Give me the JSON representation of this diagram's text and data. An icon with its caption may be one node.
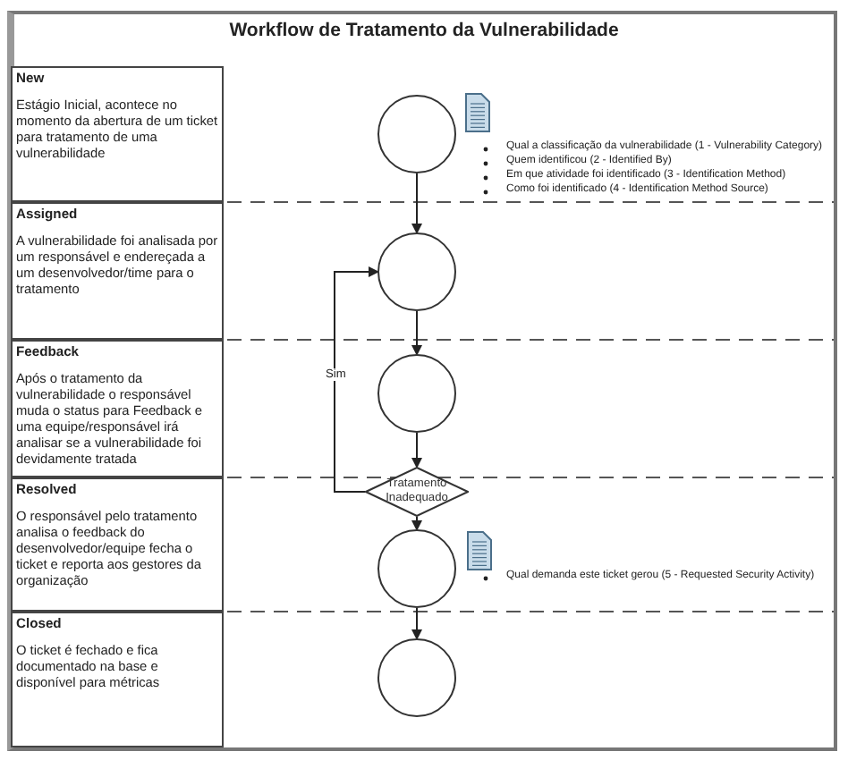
{
  "diagram": {
    "title": "Workflow de Tratamento da Vulnerabilidade",
    "nodes": [
      {
        "text": [
          "New",
          "Estágio Inicial, acontece no momento da abertura de um ticket para tratamento de uma vulnerabilidade"
        ]
      },
      {
        "text": [
          "Assigned",
          "A vulnerabilidade foi analisada por um responsável e endereçada a um desenvolvedor/time para o tratamento"
        ]
      },
      {
        "text": [
          "Feedback",
          "Após o tratamento da vulnerabilidade o responsável muda o status para Feedback e uma equipe/responsável irá analisar se a vulnerabilidade foi devidamente tratada"
        ]
      },
      {
        "text": [
          "Resolved",
          "O responsável pelo tratamento analisa o feedback do desenvolvedor/equipe fecha o ticket e reporta aos gestores da organização"
        ]
      },
      {
        "text": [
          "Closed",
          "O ticket é fechado e fica documentado na base e disponível para métricas"
        ]
      },
      {
        "text": [],
        "shape": "circle"
      },
      {
        "text": [],
        "shape": "circle"
      },
      {
        "text": [],
        "shape": "circle"
      },
      {
        "text": [
          "Tratamento Inadequado"
        ]
      },
      {
        "text": [],
        "shape": "circle"
      },
      {
        "text": [],
        "shape": "circle"
      }
    ],
    "edges": [
      {
        "from": 5,
        "to": 6,
        "arrow": "to"
      },
      {
        "from": 6,
        "to": 7,
        "arrow": "to"
      },
      {
        "from": 7,
        "to": 8,
        "arrow": "to"
      },
      {
        "from": 8,
        "to": 9,
        "arrow": "to"
      },
      {
        "from": 9,
        "to": 10,
        "arrow": "to"
      },
      {
        "from": 8,
        "to": 6,
        "arrow": "to",
        "label": "Sim"
      }
    ],
    "labels": [
      "Qual a classificação da vulnerabilidade (1 - Vulnerability Category)",
      "Quem identificou (2 - Identified By)",
      "Em que atividade foi identificado (3 - Identification Method)",
      "Como foi identificado (4 - Identification Method Source)",
      "Qual demanda este ticket gerou (5 - Requested Security Activity)"
    ]
  }
}
